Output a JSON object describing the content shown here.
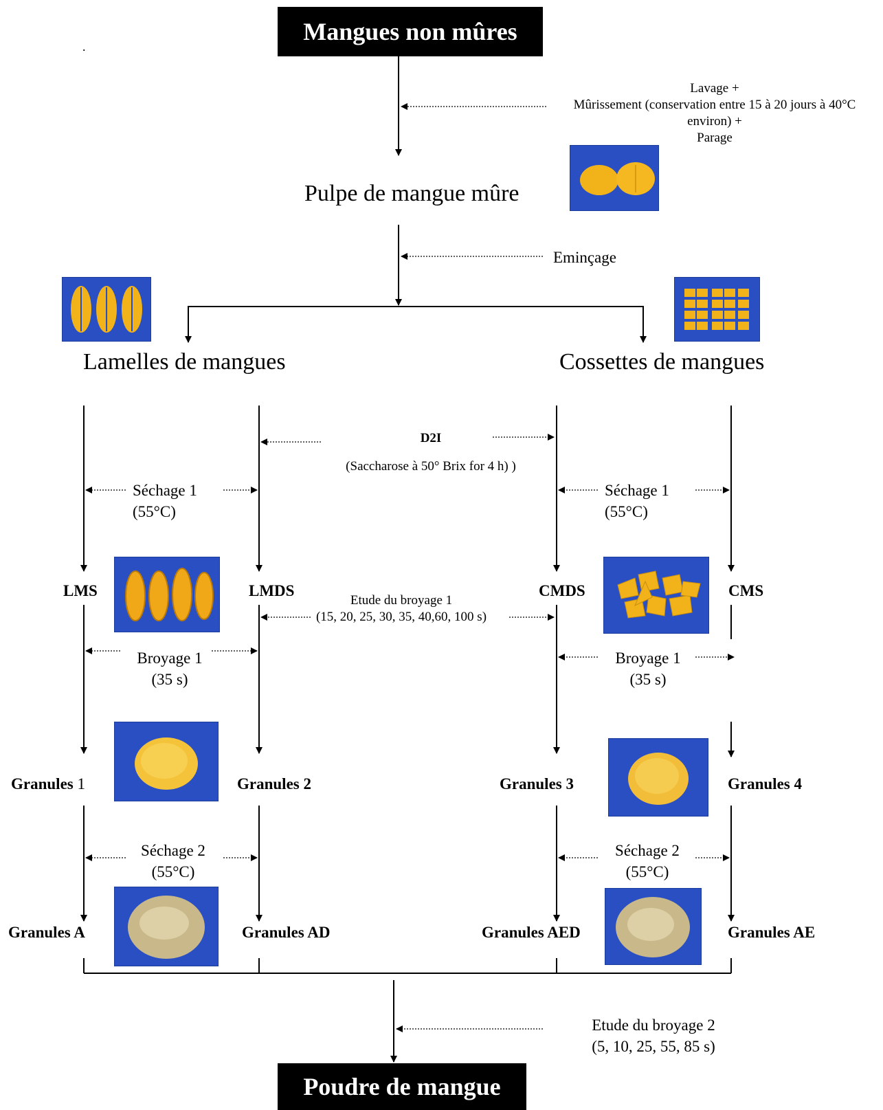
{
  "start_box": "Mangues non mûres",
  "end_box": "Poudre de mangue",
  "dot": ".",
  "step_prep": [
    "Lavage +",
    "Mûrissement (conservation entre 15 à 20 jours à 40°C",
    "environ) +",
    "Parage"
  ],
  "pulpe": "Pulpe de mangue mûre",
  "emincage": "Eminçage",
  "lamelles": "Lamelles de mangues",
  "cossettes": "Cossettes de mangues",
  "d2i_title": "D2I",
  "d2i_desc": "(Saccharose à 50° Brix for 4 h) )",
  "sechage1": [
    "Séchage 1",
    "(55°C)"
  ],
  "broyage1": [
    "Broyage 1",
    "(35 s)"
  ],
  "sechage2": [
    "Séchage 2",
    "(55°C)"
  ],
  "etude_broyage1": [
    "Etude du broyage 1",
    "(15, 20, 25, 30, 35, 40,60, 100 s)"
  ],
  "etude_broyage2": [
    "Etude du broyage 2",
    "(5, 10, 25, 55, 85 s)"
  ],
  "lms": "LMS",
  "lmds": "LMDS",
  "cmds": "CMDS",
  "cms": "CMS",
  "granules_1_word": "Granules",
  "granules_1_num": " 1",
  "granules_2": "Granules 2",
  "granules_3": "Granules 3",
  "granules_4": "Granules 4",
  "granules_a": "Granules A",
  "granules_ad": "Granules AD",
  "granules_aed": "Granules AED",
  "granules_ae": "Granules AE",
  "colors": {
    "photo_bg": "#2a4fc2",
    "mango": "#f2b21a",
    "dried": "#c9b98a",
    "box": "#000000"
  }
}
